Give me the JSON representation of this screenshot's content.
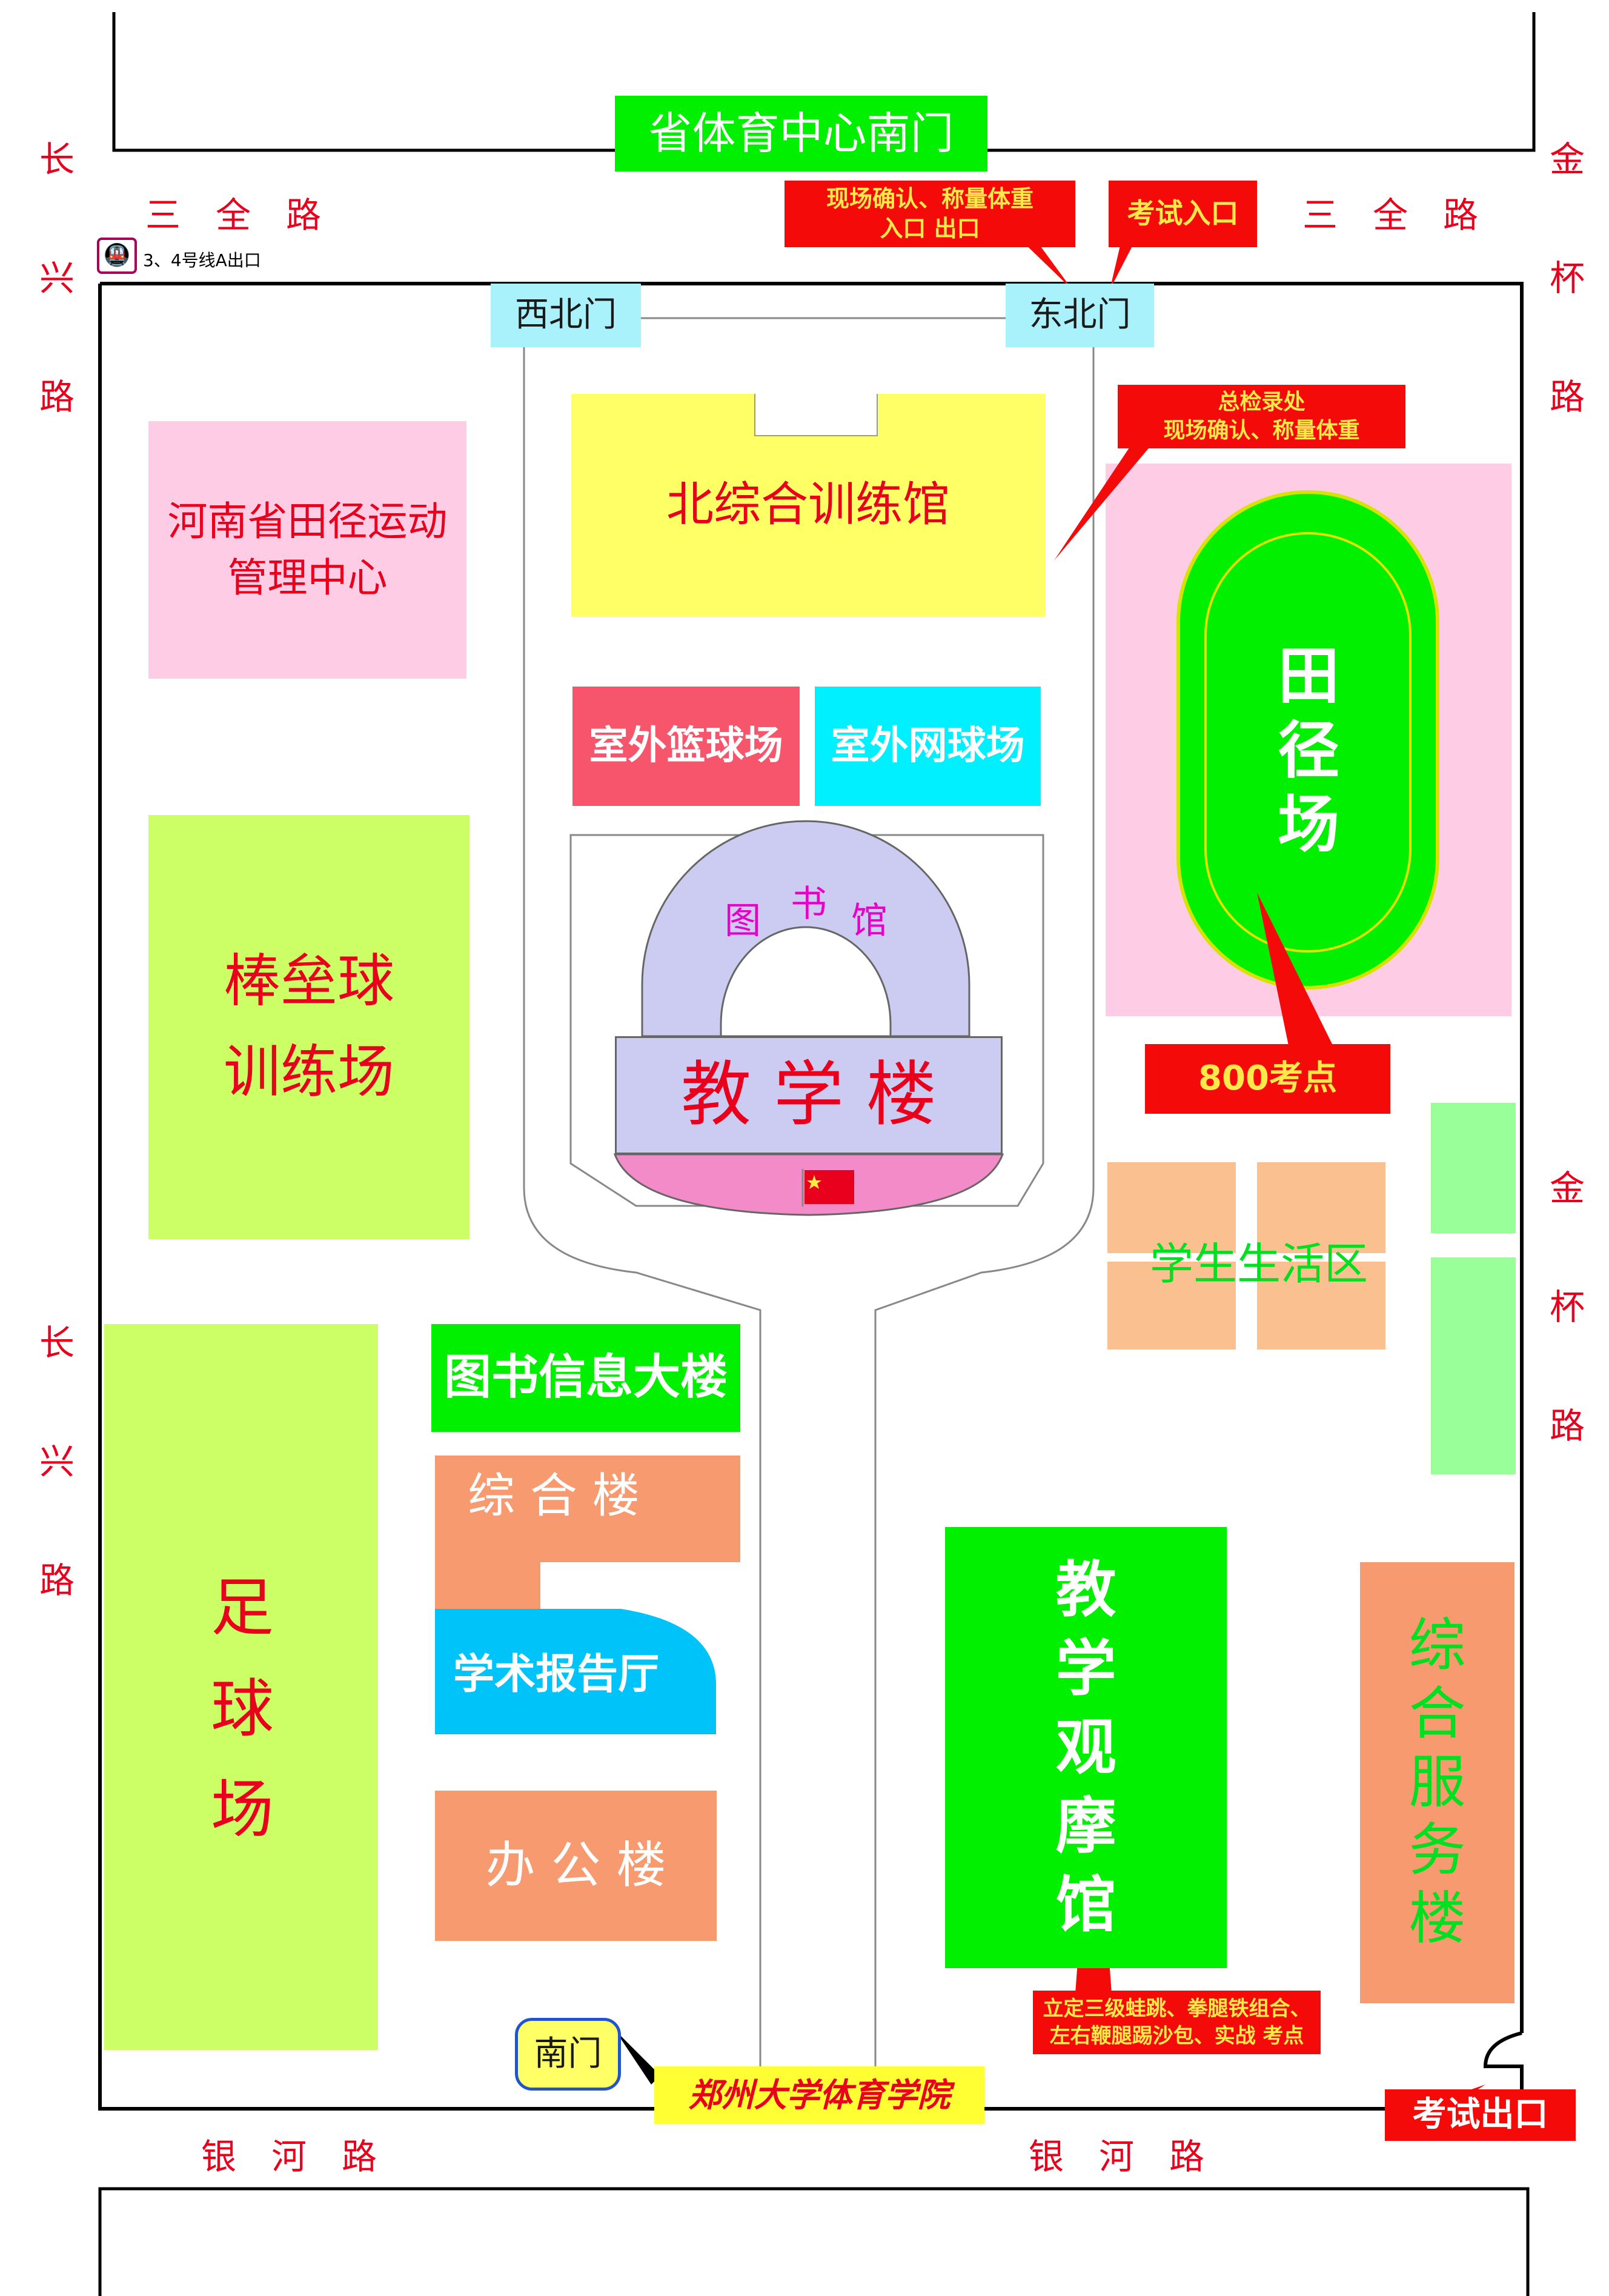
{
  "roads": {
    "north": "三　全　路",
    "west": "长　兴　路",
    "east": "金　杯　路",
    "south": "银　河　路"
  },
  "metro": {
    "icon": "subway-icon",
    "label": "3、4号线A出口"
  },
  "gates": {
    "province_center": "省体育中心南门",
    "northwest": "西北门",
    "northeast": "东北门",
    "south": "南门"
  },
  "callouts": {
    "confirm_line1": "现场确认、称量体重",
    "confirm_line2": "入口  出口",
    "exam_entrance": "考试入口",
    "general_check_line1": "总检录处",
    "general_check_line2": "现场确认、称量体重",
    "exam_800": "800考点",
    "jump_line1": "立定三级蛙跳、拳腿铁组合、",
    "jump_line2": "左右鞭腿踢沙包、实战  考点",
    "exam_exit": "考试出口",
    "school_name": "郑州大学体育学院"
  },
  "buildings": {
    "henan_athletics_line1": "河南省田径运动",
    "henan_athletics_line2": "管理中心",
    "north_training_hall": "北综合训练馆",
    "outdoor_basketball": "室外篮球场",
    "outdoor_tennis": "室外网球场",
    "library_chars": [
      "图",
      "书",
      "馆"
    ],
    "teaching_building": "教 学 楼",
    "track_field": [
      "田",
      "径",
      "场"
    ],
    "baseball_line1": "棒垒球",
    "baseball_line2": "训练场",
    "student_living": "学生生活区",
    "info_building": "图书信息大楼",
    "comprehensive_building": "综 合 楼",
    "lecture_hall": "学术报告厅",
    "office_building": "办 公 楼",
    "football_field": [
      "足",
      "球",
      "场"
    ],
    "observation_hall": [
      "教",
      "学",
      "观",
      "摩",
      "馆"
    ],
    "service_building": [
      "综",
      "合",
      "服",
      "务",
      "楼"
    ]
  },
  "colors": {
    "road_text": "#e8001c",
    "callout_red": "#f50a0a",
    "callout_text": "#ffe94a",
    "green": "#00f000",
    "light_green": "#ccff66",
    "pink": "#ffcce5",
    "yellow": "#ffff66",
    "cyan": "#a9f2fb",
    "orange": "#f79a6f",
    "lavender": "#ccccf2"
  },
  "flag_icon": "china-flag-icon"
}
